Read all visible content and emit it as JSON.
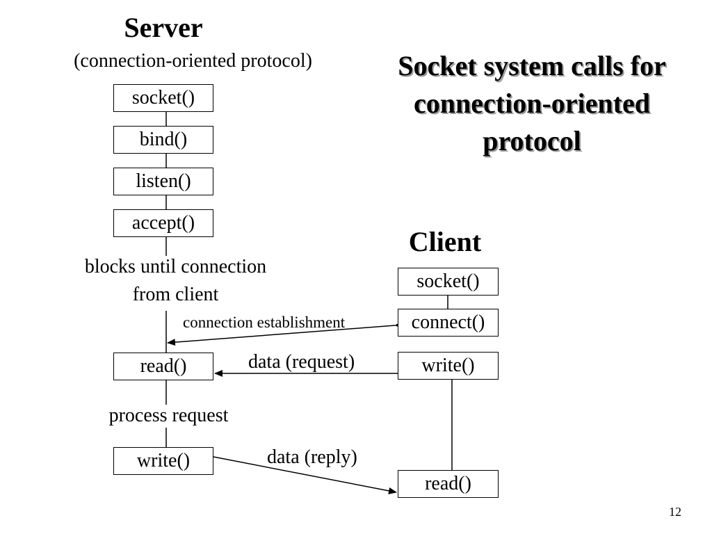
{
  "server": {
    "title": "Server",
    "subtitle": "(connection-oriented protocol)",
    "calls": [
      "socket()",
      "bind()",
      "listen()",
      "accept()",
      "read()",
      "write()"
    ],
    "blocks_note_line1": "blocks until connection",
    "blocks_note_line2": "from client",
    "process_note": "process request"
  },
  "slide": {
    "title_line1": "Socket system calls for",
    "title_line2": "connection-oriented",
    "title_line3": "protocol",
    "page_number": "12"
  },
  "client": {
    "title": "Client",
    "calls": [
      "socket()",
      "connect()",
      "write()",
      "read()"
    ]
  },
  "messages": {
    "connection": "connection establishment",
    "request": "data (request)",
    "reply": "data (reply)"
  },
  "colors": {
    "text": "#000000",
    "background": "#ffffff",
    "title_shadow": "#9a9a9a"
  }
}
